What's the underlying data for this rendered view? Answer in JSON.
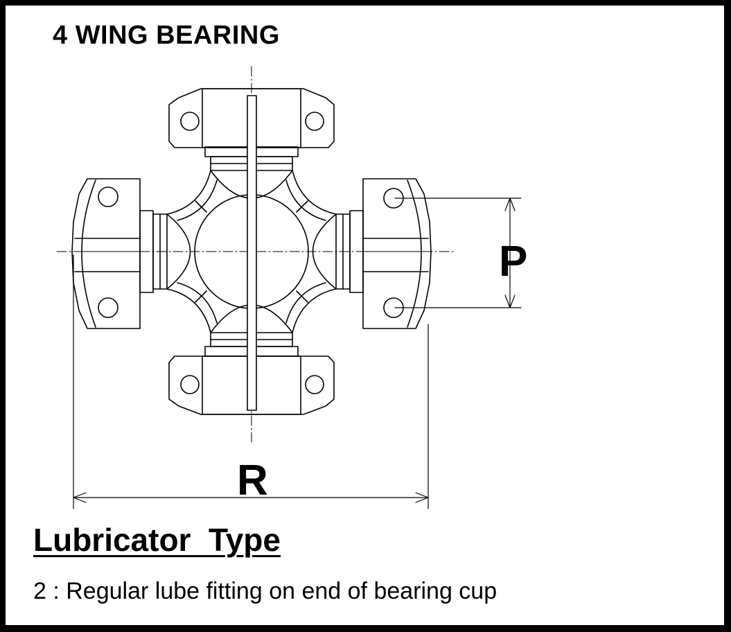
{
  "title": "4 WING BEARING",
  "dimensions": {
    "pitch_label": "P",
    "span_label": "R"
  },
  "lubricator": {
    "heading": "Lubricator  Type",
    "description": "2 : Regular lube fitting on end of bearing cup"
  },
  "colors": {
    "background": "#ffffff",
    "border": "#000000",
    "line": "#000000"
  }
}
